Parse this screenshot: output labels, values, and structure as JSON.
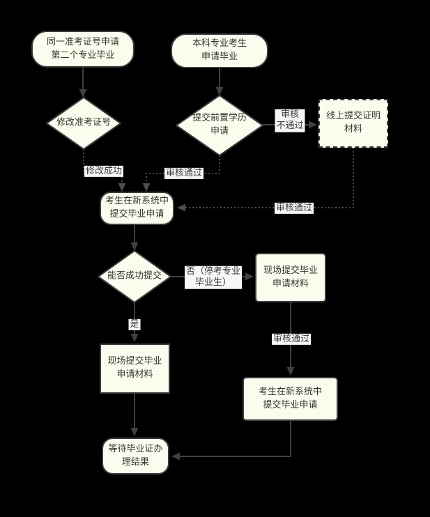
{
  "colors": {
    "background": "#000000",
    "node_fill": "#fcfcee",
    "node_border": "#3c3c3c",
    "node_text": "#35332c",
    "solid_line": "#404040",
    "dotted_line": "#4d4d4d",
    "edge_label_bg": "#f6f6f6"
  },
  "nodes": {
    "start_second_major": {
      "line1": "同一准考证号申请",
      "line2": "第二个专业毕业"
    },
    "start_undergrad": {
      "line1": "本科专业考生",
      "line2": "申请毕业"
    },
    "decision_modify_exam_id": {
      "line1": "修改准考证号"
    },
    "decision_prior_education": {
      "line1": "提交前置学历",
      "line2": "申请"
    },
    "online_submit_proof": {
      "line1": "线上提交证明",
      "line2": "材料"
    },
    "submit_in_new_system_top": {
      "line1": "考生在新系统中",
      "line2": "提交毕业申请"
    },
    "decision_submit_success": {
      "line1": "能否成功提交"
    },
    "onsite_submit_right": {
      "line1": "现场提交毕业",
      "line2": "申请材料"
    },
    "onsite_submit_left": {
      "line1": "现场提交毕业",
      "line2": "申请材料"
    },
    "submit_in_new_system_bottom": {
      "line1": "考生在新系统中",
      "line2": "提交毕业申请"
    },
    "wait_for_diploma": {
      "line1": "等待毕业证办",
      "line2": "理结果"
    }
  },
  "edge_labels": {
    "modify_success": "修改成功",
    "review_pass_from_prior": "审核通过",
    "review_fail": {
      "line1": "审核",
      "line2": "不通过"
    },
    "review_pass_from_online": "审核通过",
    "branch_no": {
      "line1": "否（停考专业",
      "line2": "毕业生）"
    },
    "branch_yes": "是",
    "review_pass_onsite": "审核通过"
  }
}
